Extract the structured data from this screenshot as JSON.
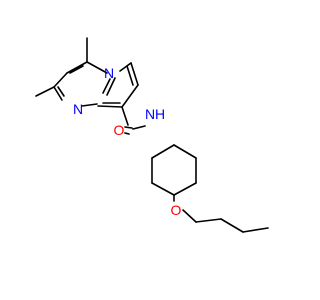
{
  "molecule": {
    "atoms": {
      "n_ring_left": {
        "text": "N",
        "color": "#0000ff"
      },
      "n_ring_bridge": {
        "text": "N",
        "color": "#0000ff"
      },
      "o_carbonyl": {
        "text": "O",
        "color": "#ff0000"
      },
      "n_amide": {
        "text": "N",
        "color": "#0000ff"
      },
      "h_amide": {
        "text": "H",
        "color": "#0000ff"
      },
      "o_ether": {
        "text": "O",
        "color": "#ff0000"
      }
    }
  }
}
